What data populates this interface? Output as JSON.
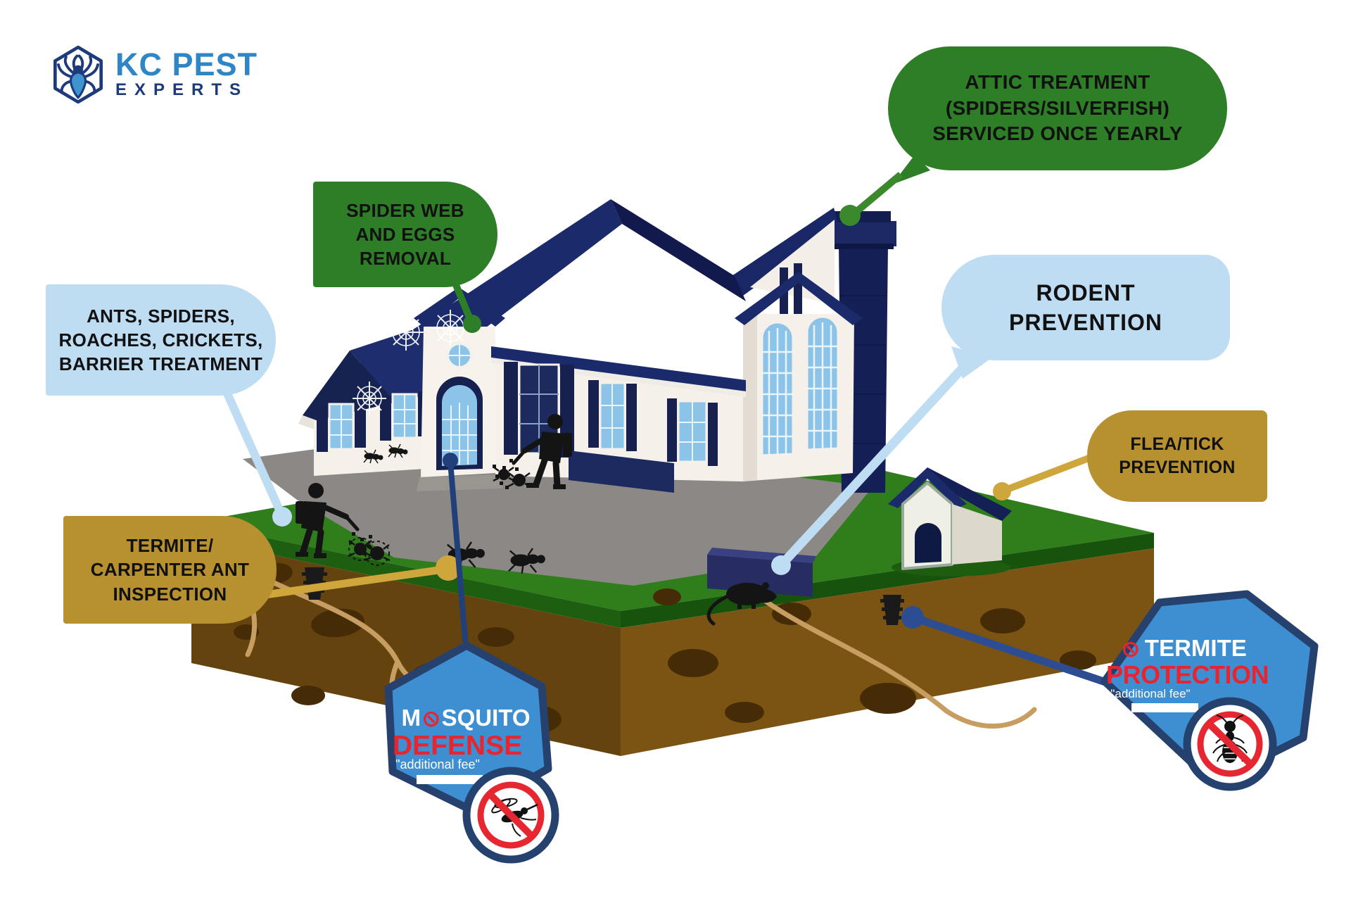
{
  "page": {
    "background": "#ffffff",
    "description": "KC Pest Experts residential pest control services diagram"
  },
  "logo": {
    "brand_line1": "KC PEST",
    "brand_line2": "EXPERTS",
    "icon": "spider-hexagon-icon",
    "color_primary": "#2f86c7",
    "color_secondary": "#1d3a7c"
  },
  "callouts": {
    "spider_web": {
      "lines": [
        "SPIDER WEB",
        "AND EGGS",
        "REMOVAL"
      ],
      "color": "#2e7d27",
      "text_color": "#111111"
    },
    "attic": {
      "lines": [
        "ATTIC TREATMENT",
        "(SPIDERS/SILVERFISH)",
        "SERVICED ONCE YEARLY"
      ],
      "color": "#2e7d27",
      "text_color": "#111111"
    },
    "ants_barrier": {
      "lines": [
        "ANTS, SPIDERS,",
        "ROACHES, CRICKETS,",
        "BARRIER TREATMENT"
      ],
      "color": "#bedcf2",
      "text_color": "#111111"
    },
    "termite_inspection": {
      "lines": [
        "TERMITE/",
        "CARPENTER ANT",
        "INSPECTION"
      ],
      "color": "#b7912f",
      "text_color": "#111111"
    },
    "rodent": {
      "lines": [
        "RODENT",
        "PREVENTION"
      ],
      "color": "#bedcf2",
      "text_color": "#111111"
    },
    "flea_tick": {
      "lines": [
        "FLEA/TICK",
        "PREVENTION"
      ],
      "color": "#b7912f",
      "text_color": "#111111"
    }
  },
  "badges": {
    "mosquito": {
      "no_symbol": "⊘",
      "title_prefix": "M",
      "title_suffix": "SQUITO",
      "subtitle": "DEFENSE",
      "note": "\"additional fee\"",
      "icon": "no-mosquito-icon",
      "fill": "#3d8fd1",
      "border": "#27416f",
      "subtitle_color": "#e8252e"
    },
    "termite": {
      "no_symbol": "⊘",
      "title": "TERMITE",
      "subtitle": "PROTECTION",
      "note": "\"additional fee\"",
      "icon": "no-termite-icon",
      "fill": "#3d8fd1",
      "border": "#27416f",
      "subtitle_color": "#e8252e"
    }
  },
  "colors": {
    "green": "#2e7d27",
    "light_blue": "#bedcf2",
    "gold": "#b7912f",
    "gold_bright": "#cfa63b",
    "badge_blue": "#3d8fd1",
    "badge_navy": "#27416f",
    "red": "#e8252e",
    "roof_navy": "#1b2a6b",
    "chimney_navy": "#141f55",
    "wall_white": "#f5f1ea",
    "window_blue": "#8cc3e8",
    "grass_green": "#2f7d1b",
    "soil_left": "#65430e",
    "soil_right": "#7b5414",
    "walkway_gray": "#8b8885",
    "connector_navy": "#2d4d92",
    "text_black": "#111111"
  }
}
